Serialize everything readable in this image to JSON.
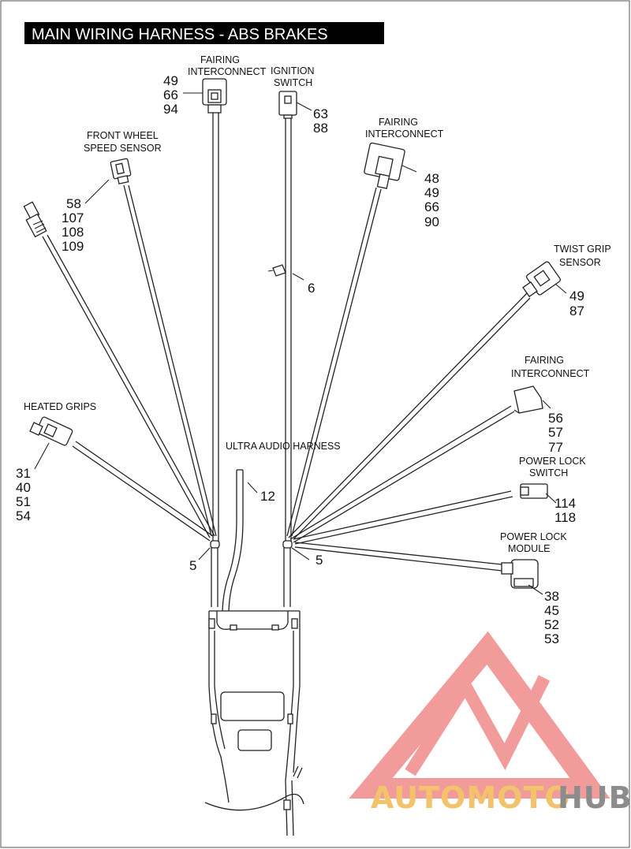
{
  "title": "MAIN WIRING HARNESS - ABS BRAKES",
  "labels": {
    "fairing_top": [
      "FAIRING",
      "INTERCONNECT"
    ],
    "ignition": [
      "IGNITION",
      "SWITCH"
    ],
    "fairing_right1": [
      "FAIRING",
      "INTERCONNECT"
    ],
    "front_wheel": [
      "FRONT WHEEL",
      "SPEED SENSOR"
    ],
    "twist_grip": [
      "TWIST GRIP",
      "SENSOR"
    ],
    "fairing_right2": [
      "FAIRING",
      "INTERCONNECT"
    ],
    "heated_grips": "HEATED GRIPS",
    "ultra_audio": "ULTRA AUDIO HARNESS",
    "power_lock_switch": [
      "POWER LOCK",
      "SWITCH"
    ],
    "power_lock_module": [
      "POWER LOCK",
      "MODULE"
    ]
  },
  "callouts": {
    "fairing_top": [
      "49",
      "66",
      "94"
    ],
    "ignition": [
      "63",
      "88"
    ],
    "fairing_right1": [
      "48",
      "49",
      "66",
      "90"
    ],
    "front_wheel": [
      "58",
      "107",
      "108",
      "109"
    ],
    "clip": "6",
    "twist_grip": [
      "49",
      "87"
    ],
    "fairing_right2": [
      "56",
      "57",
      "77"
    ],
    "heated_grips": [
      "31",
      "40",
      "51",
      "54"
    ],
    "ultra_audio": "12",
    "power_lock_switch": [
      "114",
      "118"
    ],
    "tie_left": "5",
    "tie_right": "5",
    "power_lock_module": [
      "38",
      "45",
      "52",
      "53"
    ]
  },
  "watermark": {
    "part1": "AUTOMOTO",
    "part2": "HUB",
    "color_primary": "#f08a8a",
    "color_secondary": "#f2c36b",
    "color_dark": "#8c8c8c"
  },
  "colors": {
    "ink": "#222222",
    "title_bg": "#000000"
  }
}
